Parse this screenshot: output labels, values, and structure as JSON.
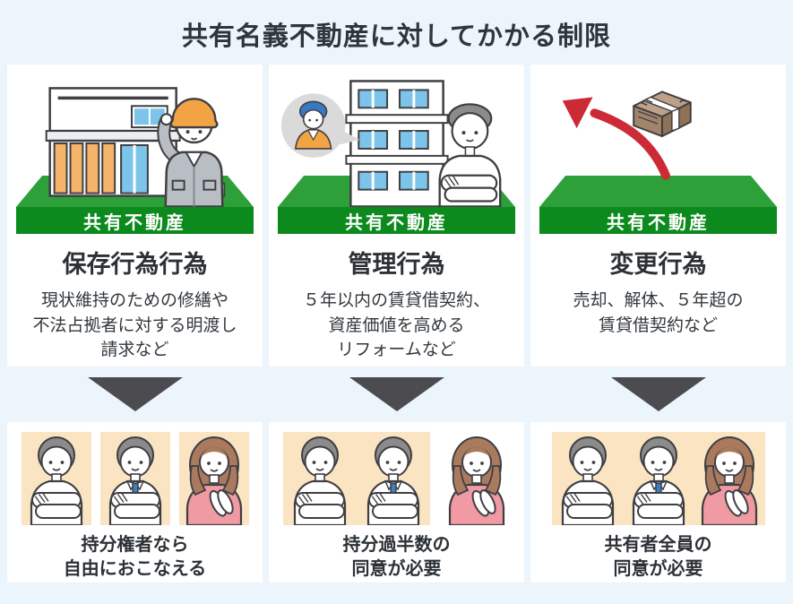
{
  "title": "共有名義不動産に対してかかる制限",
  "colors": {
    "background": "#ecf4fc",
    "card": "#ffffff",
    "platform_top_green": "#2ea03a",
    "platform_front_green": "#0c8a1d",
    "banner_text": "#ffffff",
    "down_arrow": "#4c4c50",
    "highlight_tile": "#fae4c2",
    "red_arrow": "#cc2a35",
    "text": "#2f353b"
  },
  "columns": [
    {
      "banner": "共有不動産",
      "heading": "保存行為行為",
      "description": "現状維持のための修繕や\n不法占拠者に対する明渡し\n請求など",
      "caption": "持分権者なら\n自由におこなえる",
      "illustration": "house-and-construction-worker",
      "people": [
        {
          "type": "man",
          "highlighted": true
        },
        {
          "type": "man-with-tie",
          "highlighted": true
        },
        {
          "type": "woman",
          "highlighted": true
        }
      ]
    },
    {
      "banner": "共有不動産",
      "heading": "管理行為",
      "description": "５年以内の賃貸借契約、\n資産価値を高める\nリフォームなど",
      "caption": "持分過半数の\n同意が必要",
      "illustration": "apartment-building-owner-and-speech-bubble",
      "people": [
        {
          "type": "man",
          "highlighted": true
        },
        {
          "type": "man-with-tie",
          "highlighted": true
        },
        {
          "type": "woman",
          "highlighted": false
        }
      ]
    },
    {
      "banner": "共有不動産",
      "heading": "変更行為",
      "description": "売却、解体、５年超の\n賃貸借契約など",
      "caption": "共有者全員の\n同意が必要",
      "illustration": "money-flying-away-from-land",
      "people": [
        {
          "type": "man",
          "highlighted": true
        },
        {
          "type": "man-with-tie",
          "highlighted": true
        },
        {
          "type": "woman",
          "highlighted": true
        }
      ]
    }
  ]
}
